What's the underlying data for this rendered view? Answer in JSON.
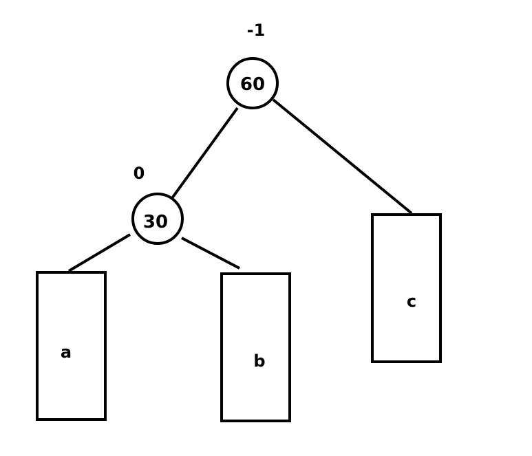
{
  "diagram": {
    "type": "avl-tree-rotation",
    "nodes": [
      {
        "id": "n60",
        "value": "60",
        "balance_factor": "-1"
      },
      {
        "id": "n30",
        "value": "30",
        "balance_factor": "0"
      }
    ],
    "subtrees": [
      {
        "id": "a",
        "label": "a"
      },
      {
        "id": "b",
        "label": "b"
      },
      {
        "id": "c",
        "label": "c"
      }
    ],
    "edges": [
      {
        "from": "n60",
        "to": "n30"
      },
      {
        "from": "n60",
        "to": "c"
      },
      {
        "from": "n30",
        "to": "a"
      },
      {
        "from": "n30",
        "to": "b"
      }
    ],
    "colors": {
      "stroke": "#000000",
      "background": "#ffffff"
    }
  }
}
